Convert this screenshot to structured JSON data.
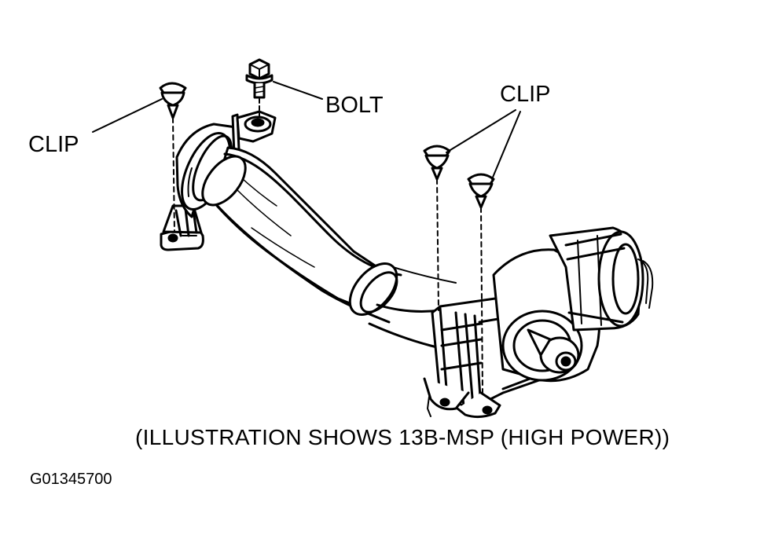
{
  "labels": {
    "clip_left": "CLIP",
    "bolt": "BOLT",
    "clip_right": "CLIP"
  },
  "caption": "(ILLUSTRATION SHOWS 13B-MSP (HIGH POWER))",
  "figure_id": "G01345700",
  "colors": {
    "ink": "#000000",
    "paper": "#ffffff"
  }
}
